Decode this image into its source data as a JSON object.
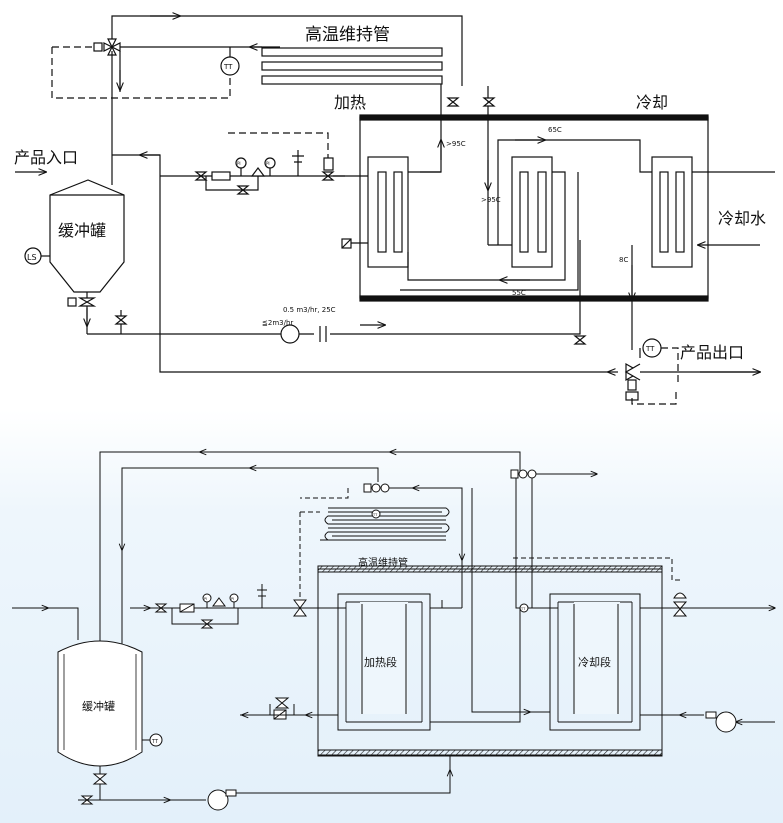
{
  "top_diagram": {
    "labels": {
      "hold_tube": "高温维持管",
      "heating": "加热",
      "cooling": "冷却",
      "product_in": "产品入口",
      "buffer_tank": "缓冲罐",
      "cooling_water": "冷却水",
      "product_out": "产品出口",
      "level_switch": "LS",
      "temp_transmitter": "TT",
      "temp_gt95_a": ">95C",
      "temp_gt95_b": ">95C",
      "temp_65": "65C",
      "temp_55": "55C",
      "temp_8": "8C",
      "flow_nominal": "0.5 m3/hr, 25C",
      "flow_max": "≦2m3/hr",
      "pressure_gauge": "PI"
    }
  },
  "bottom_diagram": {
    "labels": {
      "hold_tube": "高温维持管",
      "heating_section": "加热段",
      "cooling_section": "冷却段",
      "buffer_tank": "缓冲罐",
      "temp_transmitter": "TT",
      "pressure_gauge": "PI"
    }
  },
  "colors": {
    "line": "#1a1a1a",
    "background_bottom": "#e9f3fb",
    "background_top": "#ffffff"
  }
}
